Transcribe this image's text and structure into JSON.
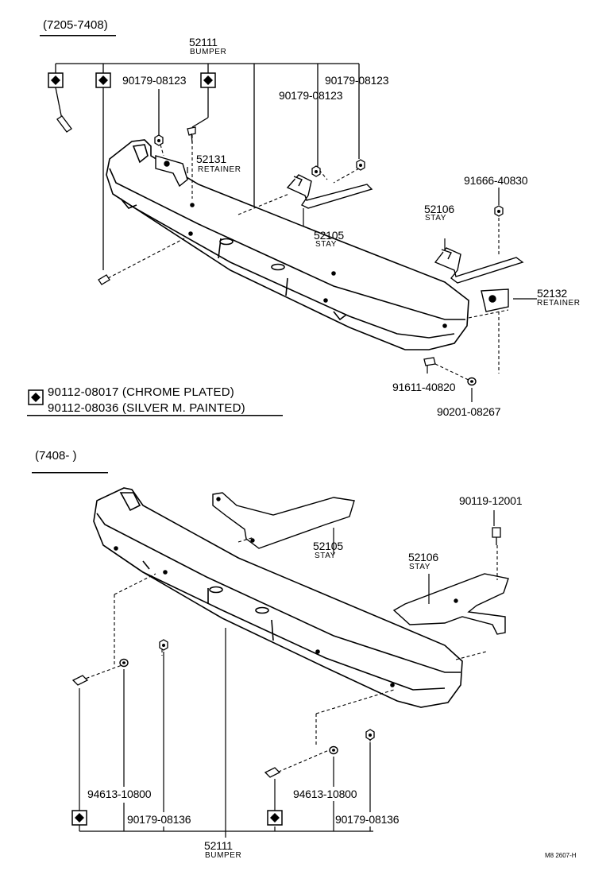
{
  "section_top": {
    "range": "(7205-7408)",
    "bumper": {
      "part": "52111",
      "name": "BUMPER"
    },
    "parts": [
      {
        "id": "bolt_a",
        "part": "90179-08123"
      },
      {
        "id": "bolt_b",
        "part": "90179-08123"
      },
      {
        "id": "bolt_c",
        "part": "90179-08123"
      },
      {
        "id": "retainer_l",
        "part": "52131",
        "name": "RETAINER"
      },
      {
        "id": "stay_l",
        "part": "52105",
        "name": "STAY"
      },
      {
        "id": "bolt_stay",
        "part": "91666-40830"
      },
      {
        "id": "stay_r",
        "part": "52106",
        "name": "STAY"
      },
      {
        "id": "retainer_r",
        "part": "52132",
        "name": "RETAINER"
      },
      {
        "id": "bolt_d",
        "part": "91611-40820"
      },
      {
        "id": "washer",
        "part": "90201-08267"
      }
    ],
    "legend": [
      "90112-08017 (CHROME PLATED)",
      "90112-08036 (SILVER M. PAINTED)"
    ]
  },
  "section_bottom": {
    "range": "(7408-        )",
    "bumper": {
      "part": "52111",
      "name": "BUMPER"
    },
    "parts": [
      {
        "id": "stay_l",
        "part": "52105",
        "name": "STAY"
      },
      {
        "id": "bolt_top",
        "part": "90119-12001"
      },
      {
        "id": "stay_r",
        "part": "52106",
        "name": "STAY"
      },
      {
        "id": "washer_l",
        "part": "94613-10800"
      },
      {
        "id": "nut_l",
        "part": "90179-08136"
      },
      {
        "id": "washer_r",
        "part": "94613-10800"
      },
      {
        "id": "nut_r",
        "part": "90179-08136"
      }
    ]
  },
  "footer_code": "M8 2607-H"
}
